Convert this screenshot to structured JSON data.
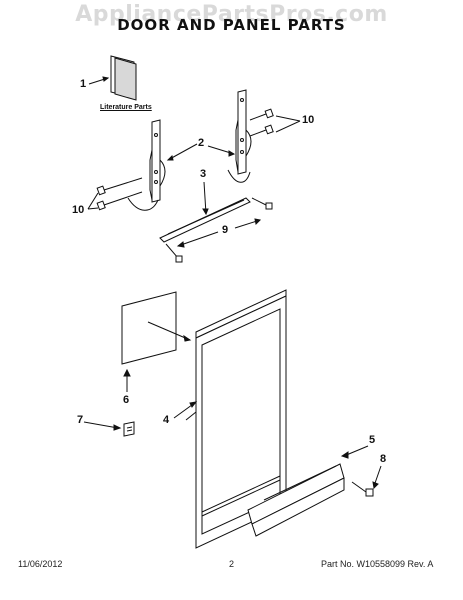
{
  "watermark": "AppliancePartsPros.com",
  "title": "DOOR AND PANEL PARTS",
  "literature_label": "Literature Parts",
  "callouts": {
    "c1": "1",
    "c2": "2",
    "c3": "3",
    "c4": "4",
    "c5": "5",
    "c6": "6",
    "c7": "7",
    "c8": "8",
    "c9": "9",
    "c10_right": "10",
    "c10_left": "10"
  },
  "footer": {
    "date": "11/06/2012",
    "page": "2",
    "part_no": "Part No. W10558099  Rev. A"
  },
  "colors": {
    "line": "#111111",
    "watermark": "#b0b0b0"
  }
}
